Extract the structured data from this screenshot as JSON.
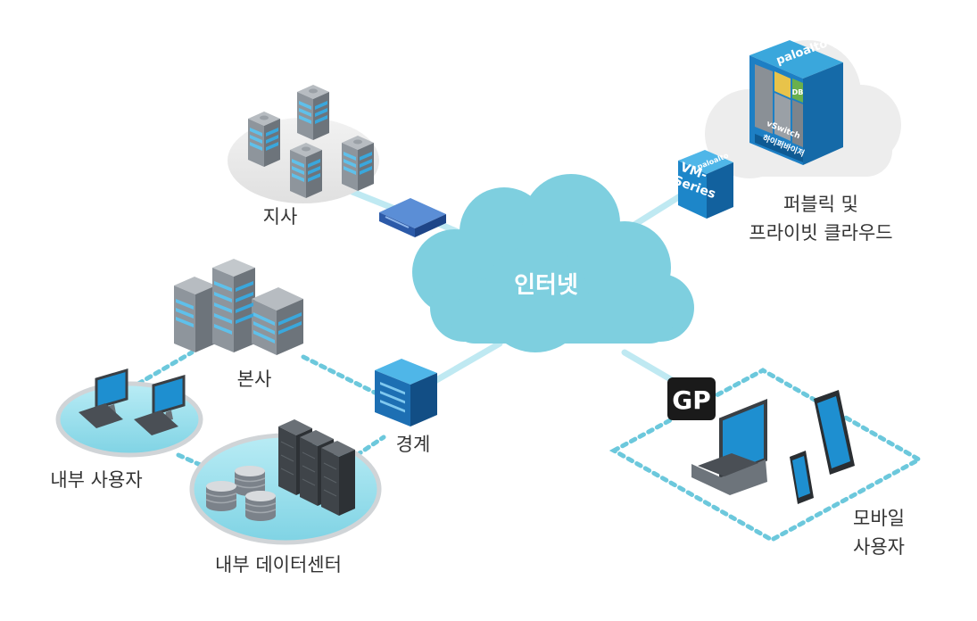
{
  "diagram": {
    "center_label": "인터넷",
    "labels": {
      "branch": "지사",
      "hq": "본사",
      "internal_users": "내부 사용자",
      "internal_datacenter": "내부 데이터센터",
      "perimeter": "경계",
      "cloud_line1": "퍼블릭 및",
      "cloud_line2": "프라이빗 클라우드",
      "mobile_line1": "모바일",
      "mobile_line2": "사용자"
    },
    "vm_series_label": "VM-Series",
    "vm_series_line1": "VM-",
    "vm_series_line2": "Series",
    "brand": "paloalto",
    "vswitch_label": "vSwitch",
    "hypervisor_label": "하이퍼바이저",
    "db_label": "DB",
    "globalprotect_badge": "GP"
  }
}
